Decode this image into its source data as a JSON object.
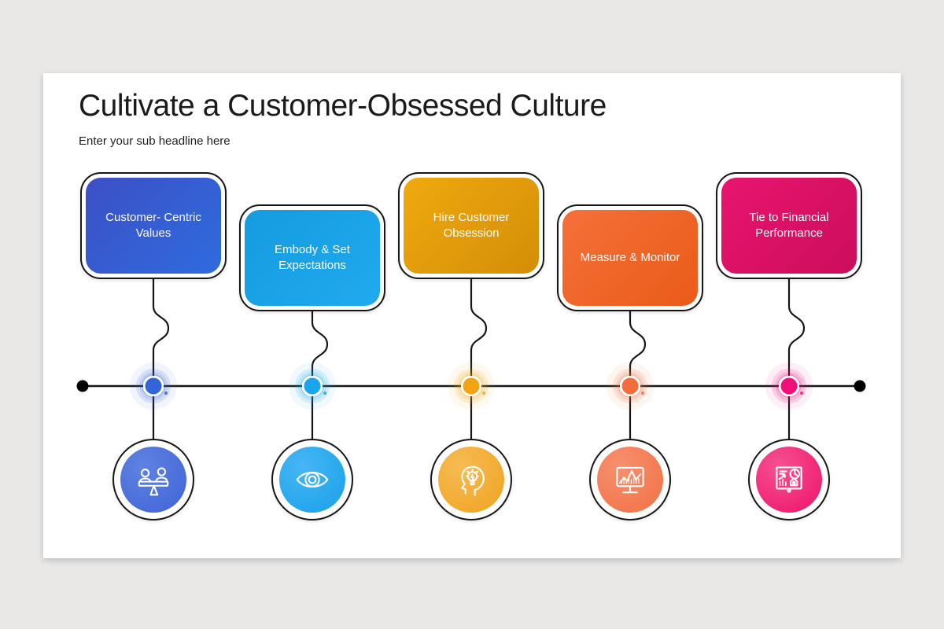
{
  "page": {
    "background_color": "#e9e8e7"
  },
  "slide": {
    "title": "Cultivate a Customer-Obsessed Culture",
    "subtitle": "Enter your sub headline here",
    "background_color": "#ffffff"
  },
  "timeline": {
    "line_color": "#161616",
    "endpoint_color": "#000000"
  },
  "steps": [
    {
      "label": "Customer- Centric Values",
      "elevated": true,
      "card_gradient": [
        "#3D4FC5",
        "#2E6CDF"
      ],
      "dot_color": "#3465D8",
      "circle_gradient": [
        "#5F82E2",
        "#3F63D6"
      ],
      "icon": "people-balance-icon"
    },
    {
      "label": "Embody & Set Expectations",
      "elevated": false,
      "card_gradient": [
        "#149BE0",
        "#21AAEE"
      ],
      "dot_color": "#1BA5EE",
      "circle_gradient": [
        "#47B6F4",
        "#17A0EA"
      ],
      "icon": "eye-icon"
    },
    {
      "label": "Hire Customer Obsession",
      "elevated": true,
      "card_gradient": [
        "#F0A90F",
        "#D38E07"
      ],
      "dot_color": "#F2A413",
      "circle_gradient": [
        "#F6BB53",
        "#EFA31F"
      ],
      "icon": "head-idea-icon"
    },
    {
      "label": "Measure & Monitor",
      "elevated": false,
      "card_gradient": [
        "#F5703A",
        "#EA5B17"
      ],
      "dot_color": "#F26C3E",
      "circle_gradient": [
        "#F79070",
        "#F17042"
      ],
      "icon": "monitor-chart-icon"
    },
    {
      "label": "Tie to Financial Performance",
      "elevated": true,
      "card_gradient": [
        "#E8156E",
        "#CC0D5C"
      ],
      "dot_color": "#F30F7B",
      "circle_gradient": [
        "#F65090",
        "#EE1269"
      ],
      "icon": "presentation-charts-icon"
    }
  ]
}
